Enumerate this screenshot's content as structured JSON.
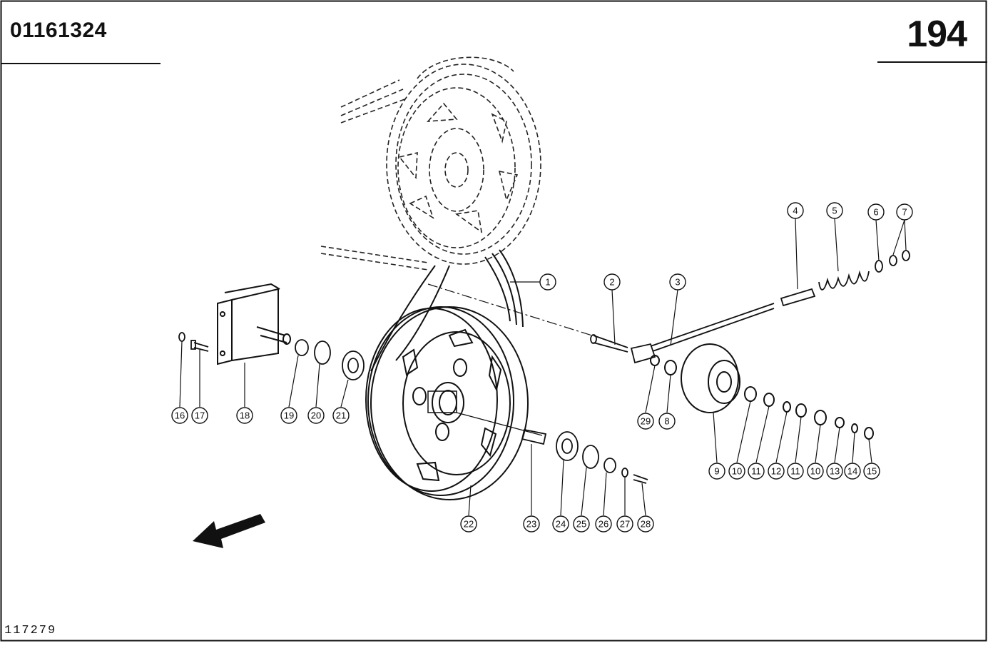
{
  "header": {
    "document_number": "01161324",
    "page_number": "194"
  },
  "footer": {
    "drawing_number": "117279"
  },
  "callouts": [
    {
      "num": "1"
    },
    {
      "num": "2"
    },
    {
      "num": "3"
    },
    {
      "num": "4"
    },
    {
      "num": "5"
    },
    {
      "num": "6"
    },
    {
      "num": "7"
    },
    {
      "num": "8"
    },
    {
      "num": "9"
    },
    {
      "num": "10"
    },
    {
      "num": "11"
    },
    {
      "num": "12"
    },
    {
      "num": "11"
    },
    {
      "num": "10"
    },
    {
      "num": "13"
    },
    {
      "num": "14"
    },
    {
      "num": "15"
    },
    {
      "num": "16"
    },
    {
      "num": "17"
    },
    {
      "num": "18"
    },
    {
      "num": "19"
    },
    {
      "num": "20"
    },
    {
      "num": "21"
    },
    {
      "num": "22"
    },
    {
      "num": "23"
    },
    {
      "num": "24"
    },
    {
      "num": "25"
    },
    {
      "num": "26"
    },
    {
      "num": "27"
    },
    {
      "num": "28"
    },
    {
      "num": "29"
    }
  ],
  "colors": {
    "ink": "#111111",
    "paper": "#ffffff"
  }
}
